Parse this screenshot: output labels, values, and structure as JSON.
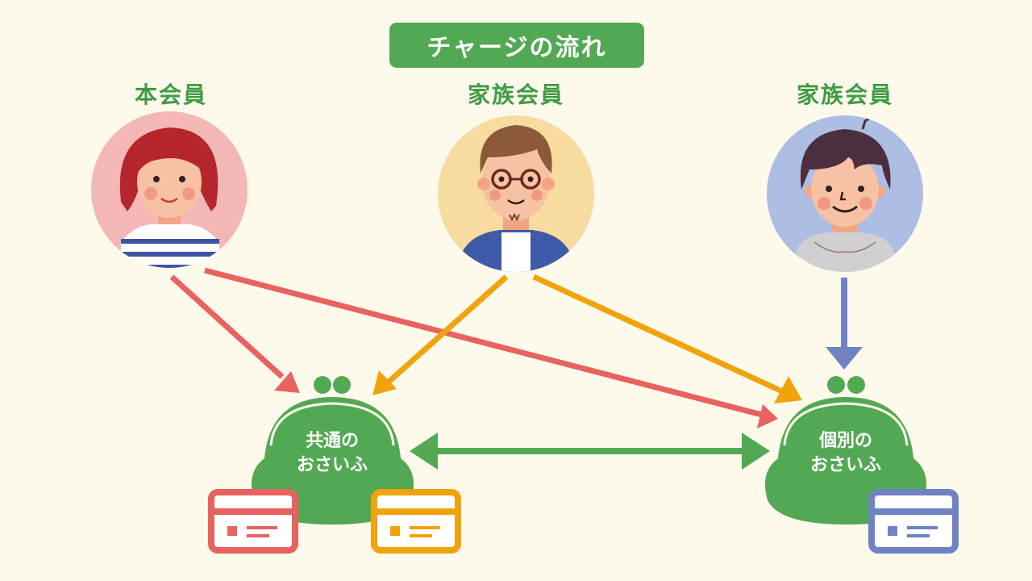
{
  "title": "チャージの流れ",
  "colors": {
    "background": "#fdfaec",
    "green": "#53a953",
    "label_green": "#3f9b44",
    "red": "#e8625f",
    "orange": "#f0a30a",
    "blue": "#6e82c4"
  },
  "members": [
    {
      "id": "main",
      "label": "本会員",
      "avatar": "woman-avatar",
      "avatar_bg": "#f3b8b6"
    },
    {
      "id": "family1",
      "label": "家族会員",
      "avatar": "man-glasses-avatar",
      "avatar_bg": "#f8dc9f"
    },
    {
      "id": "family2",
      "label": "家族会員",
      "avatar": "boy-avatar",
      "avatar_bg": "#aebde3"
    }
  ],
  "wallets": [
    {
      "id": "shared",
      "line1": "共通の",
      "line2": "おさいふ",
      "cards": [
        "red",
        "orange"
      ]
    },
    {
      "id": "individual",
      "line1": "個別の",
      "line2": "おさいふ",
      "cards": [
        "blue"
      ]
    }
  ],
  "flows": [
    {
      "from": "main",
      "to": "shared",
      "color": "red"
    },
    {
      "from": "main",
      "to": "individual",
      "color": "red"
    },
    {
      "from": "family1",
      "to": "shared",
      "color": "orange"
    },
    {
      "from": "family1",
      "to": "individual",
      "color": "orange"
    },
    {
      "from": "family2",
      "to": "individual",
      "color": "blue"
    },
    {
      "from": "shared",
      "to": "individual",
      "color": "green",
      "bidirectional": true
    }
  ]
}
